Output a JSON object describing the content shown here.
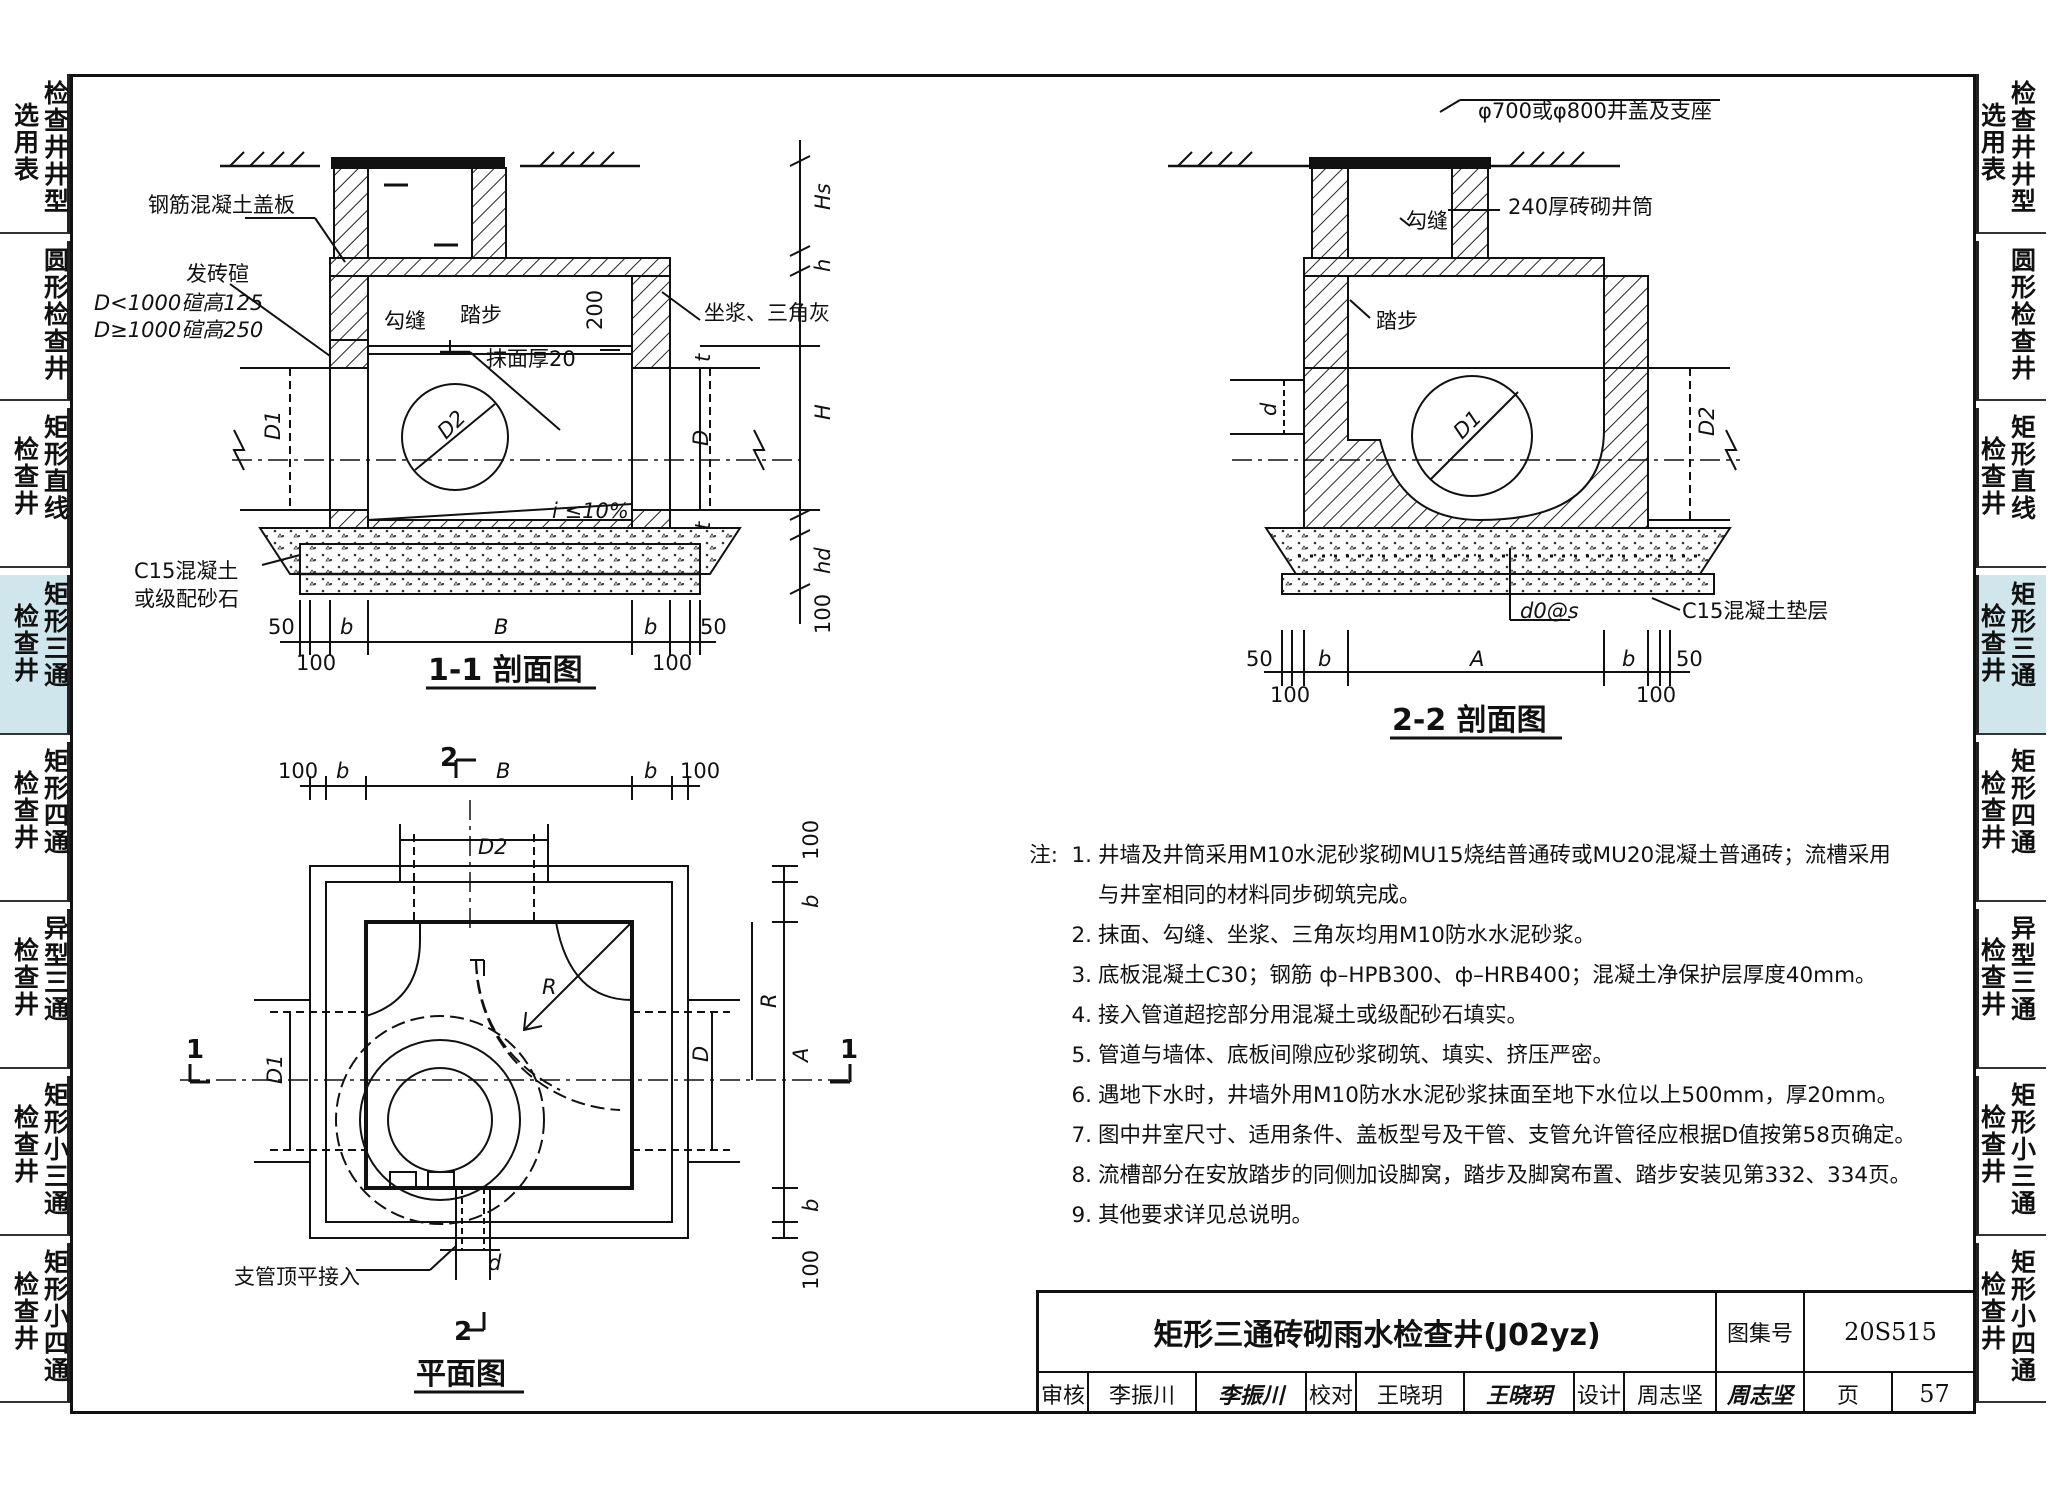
{
  "side_tabs": [
    {
      "col1": [
        "选",
        "用",
        "表"
      ],
      "col2": [
        "检",
        "查",
        "井",
        "井",
        "型"
      ],
      "active": false
    },
    {
      "col1": [],
      "col2": [
        "圆",
        "形",
        "检",
        "查",
        "井"
      ],
      "active": false
    },
    {
      "col1": [
        "检",
        "查",
        "井"
      ],
      "col2": [
        "矩",
        "形",
        "直",
        "线"
      ],
      "active": false
    },
    {
      "col1": [
        "检",
        "查",
        "井"
      ],
      "col2": [
        "矩",
        "形",
        "三",
        "通"
      ],
      "active": true
    },
    {
      "col1": [
        "检",
        "查",
        "井"
      ],
      "col2": [
        "矩",
        "形",
        "四",
        "通"
      ],
      "active": false
    },
    {
      "col1": [
        "检",
        "查",
        "井"
      ],
      "col2": [
        "异",
        "型",
        "三",
        "通"
      ],
      "active": false
    },
    {
      "col1": [
        "检",
        "查",
        "井"
      ],
      "col2": [
        "矩",
        "形",
        "小",
        "三",
        "通"
      ],
      "active": false
    },
    {
      "col1": [
        "检",
        "查",
        "井"
      ],
      "col2": [
        "矩",
        "形",
        "小",
        "四",
        "通"
      ],
      "active": false
    }
  ],
  "section11": {
    "title": "1-1 剖面图",
    "labels": {
      "cover_slab": "钢筋混凝土盖板",
      "brick_rim": "发砖碹",
      "rim_small": "D<1000碹高125",
      "rim_large": "D≥1000碹高250",
      "joint": "勾缝",
      "step": "踏步",
      "plaster": "抹面厚20",
      "mortar": "坐浆、三角灰",
      "dim200": "200",
      "slope": "i ≤10%",
      "base": "C15混凝土",
      "base2": "或级配砂石",
      "D1": "D1",
      "D2": "D2",
      "D": "D",
      "Hs": "Hs",
      "h": "h",
      "H": "H",
      "hd": "hd",
      "t": "t",
      "dim100": "100",
      "dim50": "50",
      "b": "b",
      "B": "B"
    }
  },
  "section22": {
    "title": "2-2 剖面图",
    "labels": {
      "cover": "φ700或φ800井盖及支座",
      "shaft": "240厚砖砌井筒",
      "joint": "勾缝",
      "step": "踏步",
      "d": "d",
      "D1": "D1",
      "D2": "D2",
      "rebar": "d0@s",
      "base": "C15混凝土垫层",
      "dim50": "50",
      "dim100": "100",
      "b": "b",
      "A": "A"
    }
  },
  "plan": {
    "title": "平面图",
    "labels": {
      "mark2": "2",
      "mark1": "1",
      "B": "B",
      "b": "b",
      "dim100": "100",
      "D2": "D2",
      "D1": "D1",
      "D": "D",
      "R": "R",
      "A": "A",
      "d": "d",
      "branch": "支管顶平接入"
    }
  },
  "notes": {
    "head": "注:",
    "items": [
      {
        "n": "1.",
        "lines": [
          "井墙及井筒采用M10水泥砂浆砌MU15烧结普通砖或MU20混凝土普通砖；流槽采用",
          "与井室相同的材料同步砌筑完成。"
        ]
      },
      {
        "n": "2.",
        "lines": [
          "抹面、勾缝、坐浆、三角灰均用M10防水水泥砂浆。"
        ]
      },
      {
        "n": "3.",
        "lines": [
          "底板混凝土C30；钢筋 ф–HPB300、ф–HRB400；混凝土净保护层厚度40mm。"
        ]
      },
      {
        "n": "4.",
        "lines": [
          "接入管道超挖部分用混凝土或级配砂石填实。"
        ]
      },
      {
        "n": "5.",
        "lines": [
          "管道与墙体、底板间隙应砂浆砌筑、填实、挤压严密。"
        ]
      },
      {
        "n": "6.",
        "lines": [
          "遇地下水时，井墙外用M10防水水泥砂浆抹面至地下水位以上500mm，厚20mm。"
        ]
      },
      {
        "n": "7.",
        "lines": [
          "图中井室尺寸、适用条件、盖板型号及干管、支管允许管径应根据D值按第58页确定。"
        ]
      },
      {
        "n": "8.",
        "lines": [
          "流槽部分在安放踏步的同侧加设脚窝，踏步及脚窝布置、踏步安装见第332、334页。"
        ]
      },
      {
        "n": "9.",
        "lines": [
          "其他要求详见总说明。"
        ]
      }
    ]
  },
  "titleblock": {
    "title": "矩形三通砖砌雨水检查井(J02yz)",
    "atlas_label": "图集号",
    "atlas_no": "20S515",
    "review_label": "审核",
    "reviewer": "李振川",
    "reviewer_sig": "李振川",
    "check_label": "校对",
    "checker": "王晓玥",
    "checker_sig": "王晓玥",
    "design_label": "设计",
    "designer": "周志坚",
    "designer_sig": "周志坚",
    "page_label": "页",
    "page_no": "57"
  }
}
